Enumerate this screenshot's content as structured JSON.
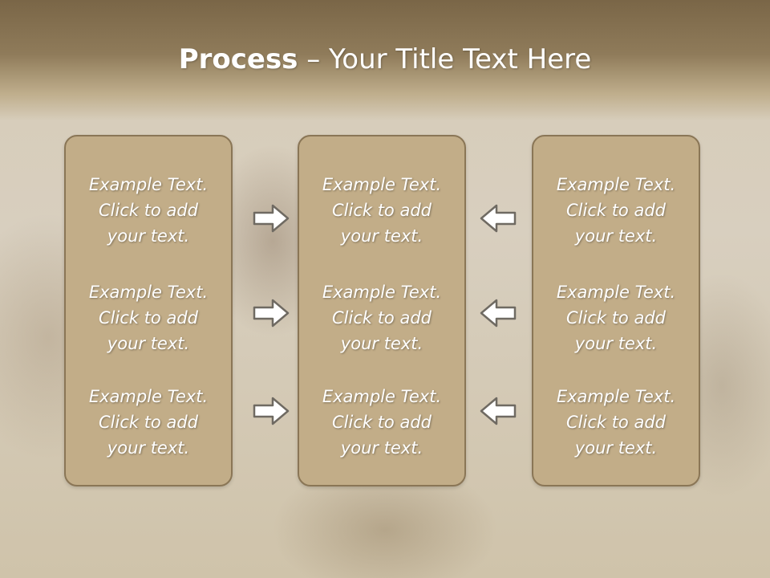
{
  "slide": {
    "title_strong": "Process",
    "title_rest": " – Your Title Text Here"
  },
  "columns": [
    {
      "items": [
        "Example Text.\nClick  to add\nyour text.",
        "Example Text.\nClick  to add\nyour text.",
        "Example Text.\nClick  to add\nyour text."
      ]
    },
    {
      "items": [
        "Example Text.\nClick  to add\nyour text.",
        "Example Text.\nClick  to add\nyour text.",
        "Example Text.\nClick  to add\nyour text."
      ]
    },
    {
      "items": [
        "Example Text.\nClick  to add\nyour text.",
        "Example Text.\nClick  to add\nyour text.",
        "Example Text.\nClick  to add\nyour text."
      ]
    }
  ],
  "arrows": {
    "left_group": "right-arrow-icon",
    "right_group": "left-arrow-icon"
  },
  "colors": {
    "box_fill": "#c2ad88",
    "box_border": "#8a7656",
    "header": "#8f7b5a",
    "text": "#ffffff"
  }
}
